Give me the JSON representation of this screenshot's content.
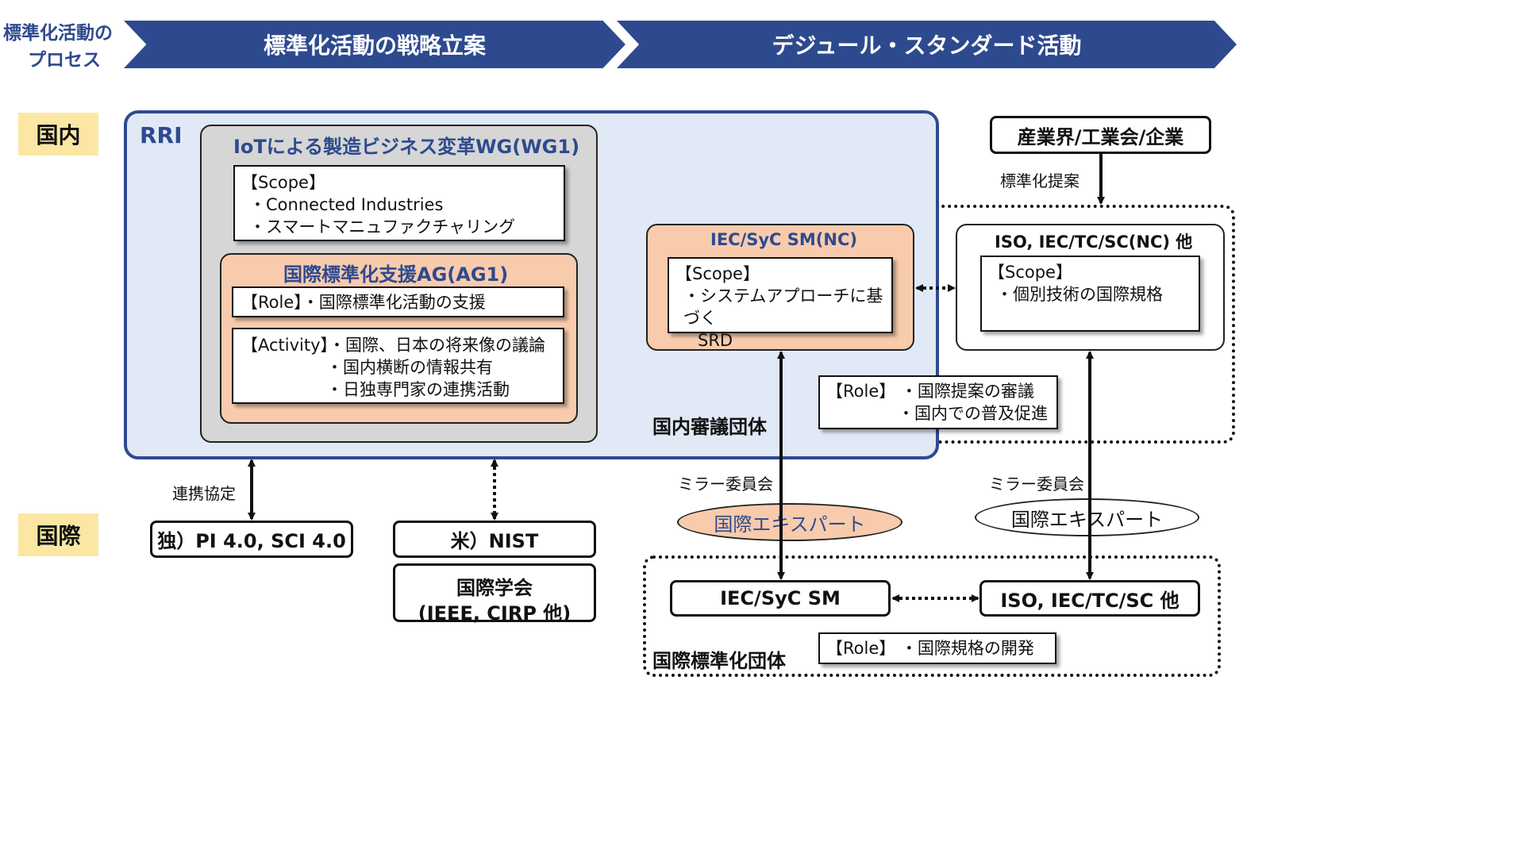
{
  "header": {
    "process_line1": "標準化活動の",
    "process_line2": "プロセス",
    "phase1": "標準化活動の戦略立案",
    "phase2": "デジュール・スタンダード活動"
  },
  "row_labels": {
    "domestic": "国内",
    "international": "国際"
  },
  "rri": {
    "label": "RRI",
    "wg1": {
      "title": "IoTによる製造ビジネス変革WG(WG1)",
      "scope_lines": [
        "【Scope】",
        "・Connected Industries",
        "・スマートマニュファクチャリング"
      ],
      "ag1": {
        "title": "国際標準化支援AG(AG1)",
        "role": "【Role】・国際標準化活動の支援",
        "activity_lines": [
          "【Activity】・国際、日本の将来像の議論",
          "・国内横断の情報共有",
          "・日独専門家の連携活動"
        ]
      }
    }
  },
  "domestic_body": {
    "label": "国内審議団体",
    "iec_syc_nc": {
      "title": "IEC/SyC SM(NC)",
      "scope_lines": [
        "【Scope】",
        "・システムアプローチに基づく",
        "SRD"
      ]
    },
    "iso_nc": {
      "title": "ISO, IEC/TC/SC(NC) 他",
      "scope_lines": [
        "【Scope】",
        "・個別技術の国際規格"
      ]
    },
    "role_lines": [
      "【Role】 ・国際提案の審議",
      "・国内での普及促進"
    ]
  },
  "industry": {
    "label": "産業界/工業会/企業",
    "arrow_label": "標準化提案"
  },
  "partners": {
    "germany": "独）PI 4.0, SCI 4.0",
    "germany_link": "連携協定",
    "us": "米）NIST",
    "academia_line1": "国際学会",
    "academia_line2": "(IEEE, CIRP 他)"
  },
  "mirror": {
    "left_label": "ミラー委員会",
    "right_label": "ミラー委員会",
    "left_expert": "国際エキスパート",
    "right_expert": "国際エキスパート"
  },
  "intl_body": {
    "label": "国際標準化団体",
    "iec_syc": "IEC/SyC SM",
    "iso": "ISO, IEC/TC/SC 他",
    "role": "【Role】 ・国際規格の開発"
  },
  "colors": {
    "navy": "#2e4a8e",
    "rri_fill": "#e0e9f5",
    "peach": "#f8cbad",
    "gray": "#d6d6d6",
    "yellow": "#fbe7a3"
  }
}
